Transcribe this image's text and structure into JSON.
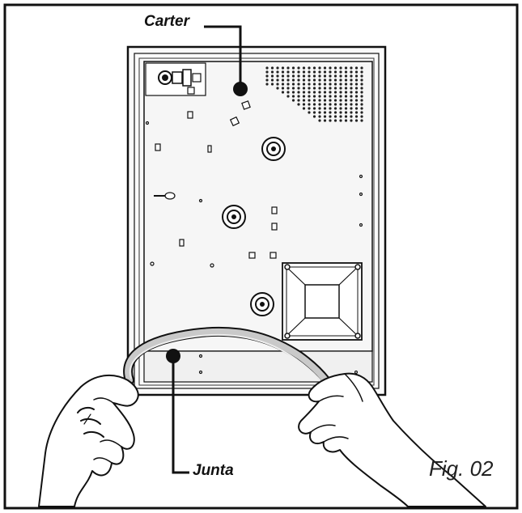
{
  "labels": {
    "carter": "Carter",
    "junta": "Junta",
    "figure": "Fig. 02"
  },
  "colors": {
    "ink": "#111111",
    "paper": "#ffffff",
    "panel": "#f4f4f4"
  }
}
